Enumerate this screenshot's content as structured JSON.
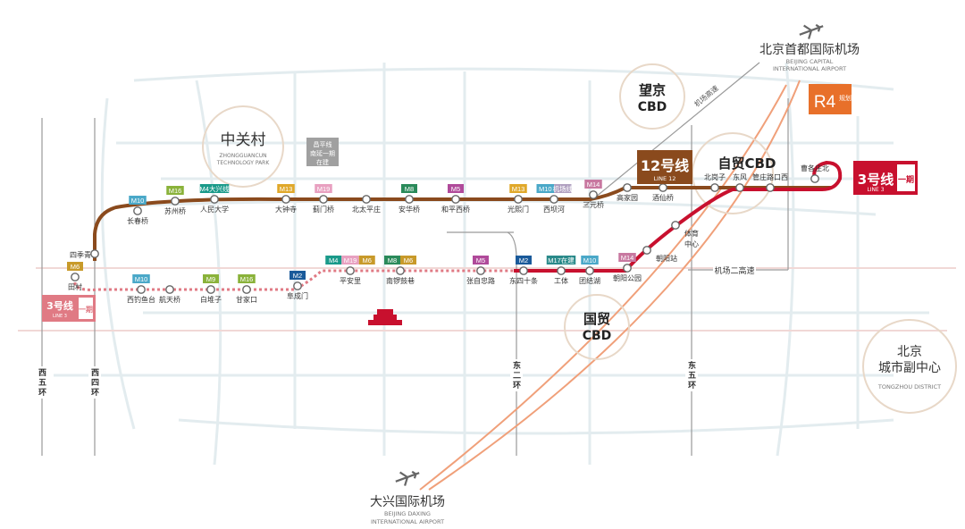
{
  "colors": {
    "line12": "#8a4a1d",
    "line3": "#c8102e",
    "line3_phase1": "#e07a84",
    "r4": "#e8702a",
    "bg_grid": "#dfe9ec",
    "faint_ring": "#e6edf0"
  },
  "districts": {
    "zgc_title": "中关村",
    "zgc_en1": "ZHONGGUANCUN",
    "zgc_en2": "TECHNOLOGY PARK",
    "wangjing": "望京",
    "wangjing_sub": "CBD",
    "ftz": "自贸CBD",
    "guomao": "国贸",
    "guomao_sub": "CBD",
    "tongzhou1": "北京",
    "tongzhou2": "城市副中心",
    "tongzhou_en": "TONGZHOU DISTRICT"
  },
  "airports": {
    "capital_cn": "北京首都国际机场",
    "capital_en1": "BEIJING CAPITAL",
    "capital_en2": "INTERNATIONAL AIRPORT",
    "daxing_cn": "大兴国际机场",
    "daxing_en1": "BEIJING DAXING",
    "daxing_en2": "INTERNATIONAL AIRPORT"
  },
  "roads": {
    "airport_expwy": "机场高速",
    "airport_2nd_expwy": "机场二高速",
    "west5": "西五环",
    "west4": "西四环",
    "east2": "东二环",
    "east5": "东五环"
  },
  "badges": {
    "r4_main": "R4",
    "r4_sub": "规划",
    "line12_main": "12号线",
    "line12_en": "LINE 12",
    "line3_main": "3号线",
    "line3_en": "LINE 3",
    "line3_phase": "一期",
    "changping_1": "昌平线",
    "changping_2": "南延一期",
    "changping_3": "在建"
  },
  "line12_stations": [
    {
      "name": "四季青"
    },
    {
      "name": "长春桥",
      "tag": "M10",
      "tag_color": "#4aa8c8"
    },
    {
      "name": "苏州桥",
      "tag": "M16",
      "tag_color": "#8ab23a"
    },
    {
      "name": "人民大学",
      "tag": "M4大兴线",
      "tag_color": "#1a9a8a"
    },
    {
      "name": "大钟寺",
      "tag": "M13",
      "tag_color": "#e0a82a"
    },
    {
      "name": "蓟门桥",
      "tag": "M19",
      "tag_color": "#e8a0c0"
    },
    {
      "name": "北太平庄"
    },
    {
      "name": "安华桥",
      "tag": "M8",
      "tag_color": "#2a8a5a"
    },
    {
      "name": "和平西桥",
      "tag": "M5",
      "tag_color": "#b04a9a"
    },
    {
      "name": "光熙门",
      "tag": "M13",
      "tag_color": "#e0a82a"
    },
    {
      "name": "西坝河",
      "tag": "M10",
      "tag2": "机场线",
      "tag_color": "#4aa8c8",
      "tag2_color": "#b0a0c0"
    },
    {
      "name": "三元桥",
      "tag": "M14",
      "tag_color": "#c878a0"
    },
    {
      "name": "高家园"
    },
    {
      "name": "酒仙桥"
    },
    {
      "name": "北岗子"
    },
    {
      "name": "东风"
    },
    {
      "name": "管庄路口西"
    }
  ],
  "line3_stations": [
    {
      "name": "田村",
      "tag": "M6",
      "tag_color": "#c89a2a"
    },
    {
      "name": "西钓鱼台",
      "tag": "M10",
      "tag_color": "#4aa8c8"
    },
    {
      "name": "航天桥"
    },
    {
      "name": "白堆子",
      "tag": "M9",
      "tag_color": "#8ab23a"
    },
    {
      "name": "甘家口",
      "tag": "M16",
      "tag_color": "#8ab23a"
    },
    {
      "name": "阜成门",
      "tag": "M2",
      "tag_color": "#1a5a9a"
    },
    {
      "name": "平安里",
      "tag": "M4",
      "tag2": "M19",
      "tag3": "M6",
      "tag_color": "#1a9a8a",
      "tag2_color": "#e8a0c0",
      "tag3_color": "#c89a2a"
    },
    {
      "name": "南锣鼓巷",
      "tag": "M8",
      "tag2": "M6",
      "tag_color": "#2a8a5a",
      "tag2_color": "#c89a2a"
    },
    {
      "name": "张自忠路",
      "tag": "M5",
      "tag_color": "#b04a9a"
    },
    {
      "name": "东四十条",
      "tag": "M2",
      "tag_color": "#1a5a9a"
    },
    {
      "name": "工体",
      "tag": "M17在建",
      "tag_color": "#2a8a8a"
    },
    {
      "name": "团结湖",
      "tag": "M10",
      "tag_color": "#4aa8c8"
    },
    {
      "name": "朝阳公园",
      "tag": "M14",
      "tag_color": "#c878a0"
    },
    {
      "name": "朝阳站"
    },
    {
      "name": "体育"
    },
    {
      "name": "中心"
    },
    {
      "name": "曹各庄北"
    }
  ]
}
